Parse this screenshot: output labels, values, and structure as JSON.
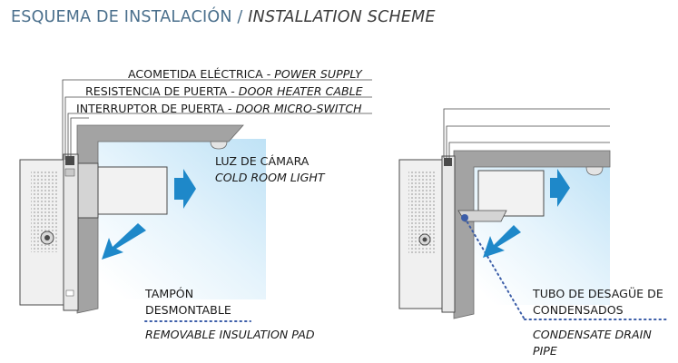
{
  "title": {
    "es": "ESQUEMA DE INSTALACIÓN",
    "separator": " / ",
    "en": "INSTALLATION SCHEME"
  },
  "labels": {
    "power_supply": {
      "es": "ACOMETIDA ELÉCTRICA - ",
      "en": "POWER SUPPLY"
    },
    "door_heater": {
      "es": "RESISTENCIA DE PUERTA - ",
      "en": "DOOR HEATER CABLE"
    },
    "door_switch": {
      "es": "INTERRUPTOR DE PUERTA - ",
      "en": "DOOR MICRO-SWITCH"
    },
    "room_light": {
      "es": "LUZ DE CÁMARA",
      "en": "COLD ROOM LIGHT"
    },
    "insulation_pad": {
      "es_line1": "TAMPÓN",
      "es_line2": "DESMONTABLE",
      "en": "REMOVABLE INSULATION PAD"
    },
    "drain_pipe": {
      "es_line1": "TUBO DE DESAGÜE DE",
      "es_line2": "CONDENSADOS",
      "en_line1": "CONDENSATE DRAIN",
      "en_line2": "PIPE"
    }
  },
  "colors": {
    "title_blue": "#4a6f8c",
    "arrow_blue": "#1e88c9",
    "dotted_blue": "#3b5da8",
    "cold_air": "#cfeaf8",
    "wall_gray": "#a3a3a3",
    "unit_gray": "#efefef",
    "outline": "#4a4a4a"
  },
  "icons": [
    "air-flow-arrow",
    "drain-point-icon",
    "ventilation-grille",
    "light-fixture"
  ]
}
